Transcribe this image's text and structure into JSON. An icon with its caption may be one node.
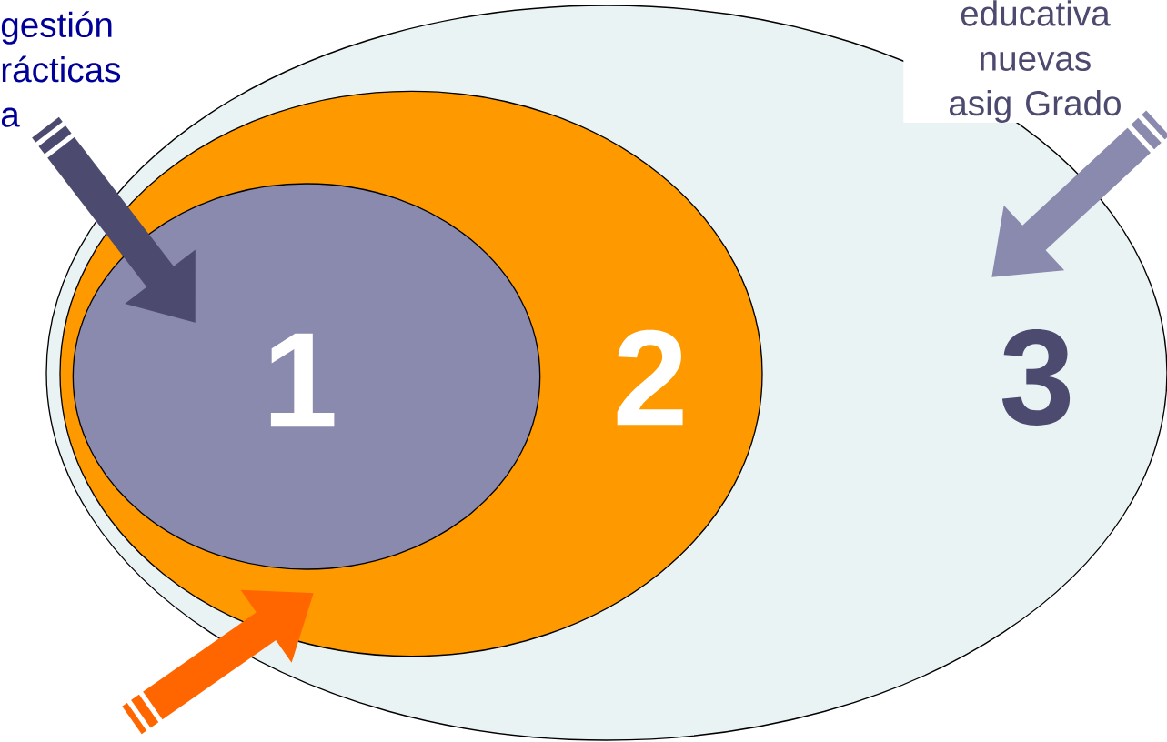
{
  "diagram": {
    "nodes": [
      {
        "text": [
          "3"
        ]
      },
      {
        "text": [
          "2"
        ],
        "in": 0
      },
      {
        "text": [
          "1"
        ],
        "in": 1
      },
      {
        "text": [
          "gestión rácticas a"
        ]
      },
      {
        "text": [
          "educativa nuevas asig Grado"
        ]
      }
    ],
    "edges": [
      {
        "from": 3,
        "to": 2,
        "arrow": "to",
        "color": "#4c4a6e"
      },
      {
        "from": 4,
        "to": 0,
        "arrow": "to",
        "color": "#8a89ae"
      },
      {
        "from": null,
        "to": 1,
        "arrow": "to",
        "color": "#ff6600"
      }
    ]
  }
}
